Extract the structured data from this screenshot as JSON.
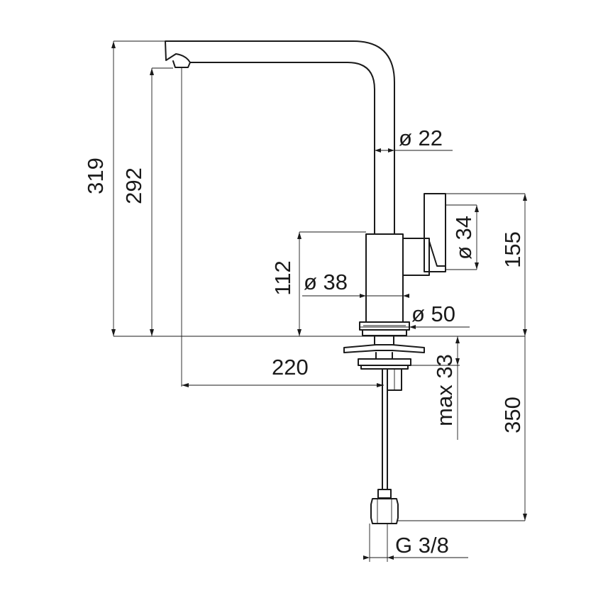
{
  "dimensions": {
    "total_height": "319",
    "spout_height": "292",
    "spout_diameter": "ø 22",
    "lever_diameter": "ø 34",
    "lever_height": "155",
    "body_height": "112",
    "body_diameter": "ø 38",
    "base_diameter": "ø 50",
    "reach": "220",
    "max_deck_thickness": "max 33",
    "hose_length": "350",
    "connection_thread": "G 3/8"
  },
  "colors": {
    "line": "#1a1a1a",
    "background": "#ffffff"
  }
}
